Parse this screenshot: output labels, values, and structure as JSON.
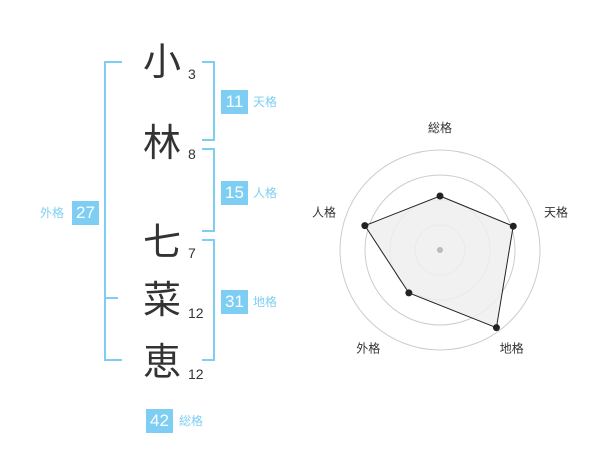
{
  "name": {
    "characters": [
      {
        "char": "小",
        "strokes": "3"
      },
      {
        "char": "林",
        "strokes": "8"
      },
      {
        "char": "七",
        "strokes": "7"
      },
      {
        "char": "菜",
        "strokes": "12"
      },
      {
        "char": "恵",
        "strokes": "12"
      }
    ]
  },
  "fortune": {
    "tenkaku": {
      "value": "11",
      "label": "天格"
    },
    "jinkaku": {
      "value": "15",
      "label": "人格"
    },
    "chikaku": {
      "value": "31",
      "label": "地格"
    },
    "gaikaku": {
      "value": "27",
      "label": "外格"
    },
    "soukaku": {
      "value": "42",
      "label": "総格"
    }
  },
  "chart_data": {
    "type": "radar",
    "axes": [
      "総格",
      "天格",
      "地格",
      "外格",
      "人格"
    ],
    "values": [
      0.54,
      0.77,
      0.96,
      0.53,
      0.79
    ],
    "scale_max": 1,
    "rings": 4,
    "colors": {
      "fill": "#eeeeee",
      "line": "#222222",
      "ring": "#cccccc",
      "center": "#bbbbbb"
    }
  }
}
